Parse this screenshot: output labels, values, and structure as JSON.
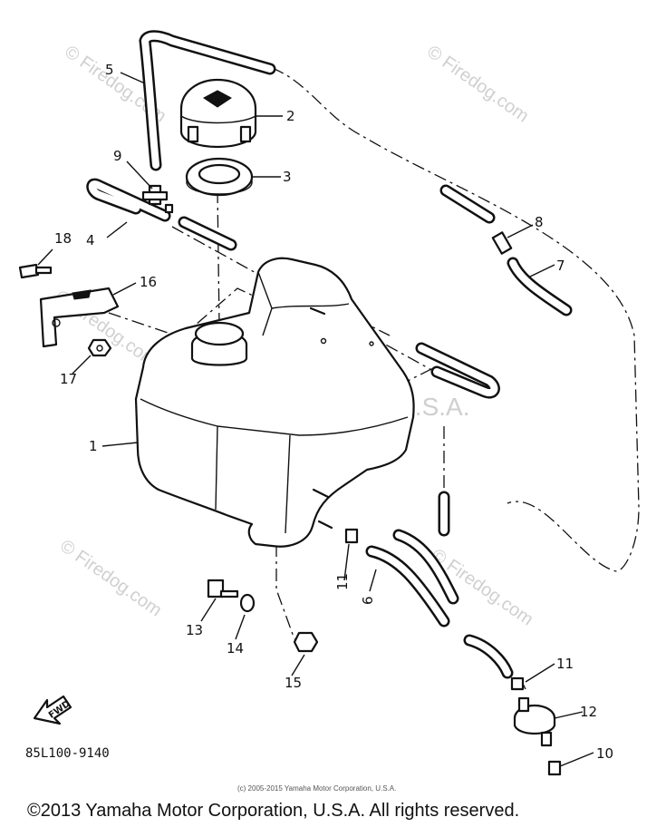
{
  "watermarks": {
    "firedog": "© Firedog.com",
    "yamaha": "Yamaha Motor Corp. U.S.A."
  },
  "callouts": [
    "1",
    "2",
    "3",
    "4",
    "5",
    "6",
    "7",
    "8",
    "9",
    "10",
    "11",
    "12",
    "13",
    "14",
    "15",
    "16",
    "17",
    "18"
  ],
  "direction_label": "FWD",
  "part_code": "85L100-9140",
  "small_copyright": "(c) 2005-2015 Yamaha Motor Corporation, U.S.A.",
  "footer": "©2013 Yamaha Motor Corporation, U.S.A. All rights reserved."
}
